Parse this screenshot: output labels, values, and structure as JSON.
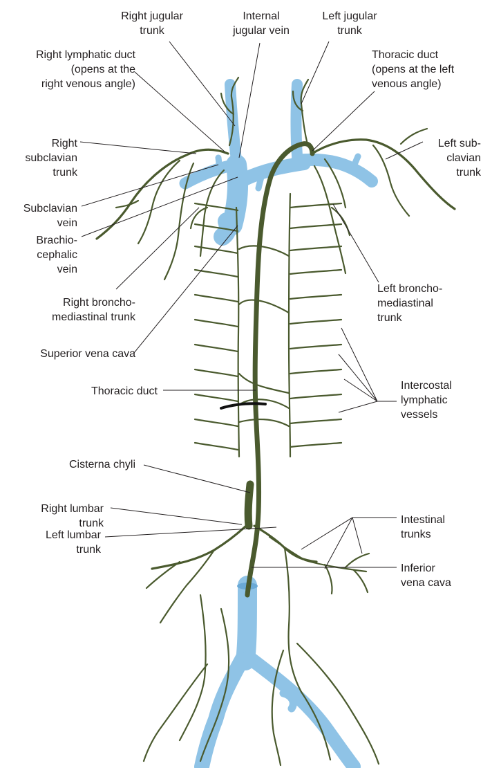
{
  "colors": {
    "lymph": "#4a5a2e",
    "vein": "#8fc3e6",
    "vein_dark": "#6aa9d6",
    "text": "#231f20",
    "background": "#ffffff"
  },
  "labels": {
    "right_jugular_trunk": [
      "Right jugular",
      "trunk"
    ],
    "internal_jugular_vein": [
      "Internal",
      "jugular vein"
    ],
    "left_jugular_trunk": [
      "Left jugular",
      "trunk"
    ],
    "right_lymphatic_duct": [
      "Right lymphatic duct",
      "(opens at the",
      "right venous angle)"
    ],
    "thoracic_duct_top": [
      "Thoracic duct",
      "(opens at the left",
      "venous angle)"
    ],
    "right_subclavian_trunk": [
      "Right",
      "subclavian",
      "trunk"
    ],
    "left_subclavian_trunk": [
      "Left sub-",
      "clavian",
      "trunk"
    ],
    "subclavian_vein": [
      "Subclavian",
      "vein"
    ],
    "brachiocephalic_vein": [
      "Brachio-",
      "cephalic",
      "vein"
    ],
    "right_bronchomediastinal_trunk": [
      "Right broncho-",
      "mediastinal trunk"
    ],
    "left_bronchomediastinal_trunk": [
      "Left broncho-",
      "mediastinal",
      "trunk"
    ],
    "superior_vena_cava": [
      "Superior vena cava"
    ],
    "intercostal_lymphatic_vessels": [
      "Intercostal",
      "lymphatic",
      "vessels"
    ],
    "thoracic_duct_mid": [
      "Thoracic duct"
    ],
    "cisterna_chyli": [
      "Cisterna chyli"
    ],
    "right_lumbar_trunk": [
      "Right lumbar",
      "trunk"
    ],
    "intestinal_trunks": [
      "Intestinal",
      "trunks"
    ],
    "left_lumbar_trunk": [
      "Left lumbar",
      "trunk"
    ],
    "inferior_vena_cava": [
      "Inferior",
      "vena cava"
    ]
  }
}
